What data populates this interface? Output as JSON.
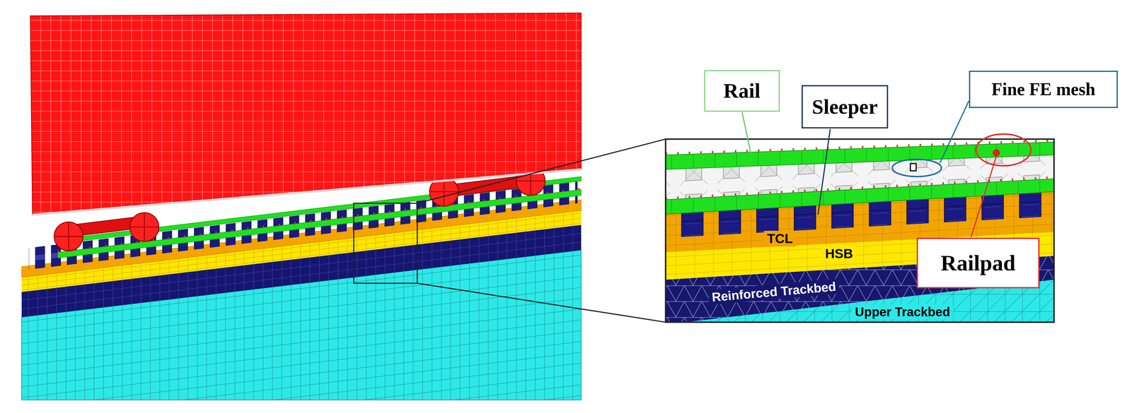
{
  "diagram": {
    "nodes": [
      {
        "text": [
          "Rail"
        ]
      },
      {
        "text": [
          "Sleeper"
        ]
      },
      {
        "text": [
          "Fine FE mesh"
        ]
      },
      {
        "text": [
          "Railpad"
        ]
      }
    ],
    "labels": [
      "TCL",
      "HSB",
      "Reinforced Trackbed",
      "Upper Trackbed"
    ]
  }
}
